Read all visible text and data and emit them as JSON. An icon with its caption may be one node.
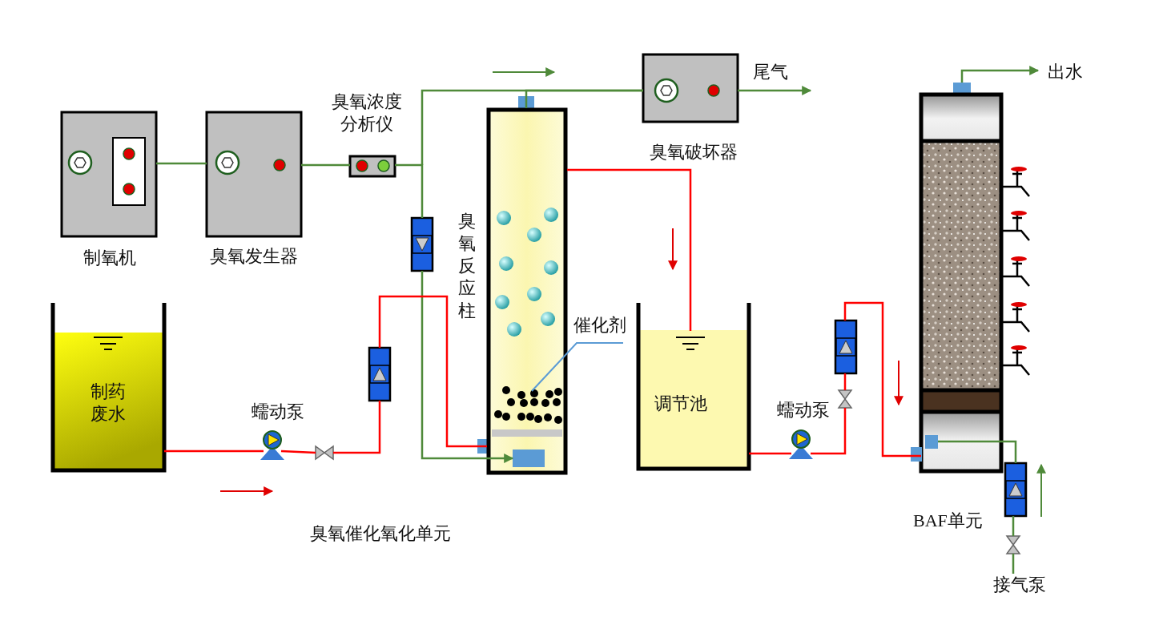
{
  "diagram": {
    "nodes": [
      {
        "text": [
          "制氧机"
        ]
      },
      {
        "text": [
          "臭氧发生器"
        ]
      },
      {
        "text": [
          "臭氧浓度分析仪"
        ]
      },
      {
        "text": [
          "臭氧反应柱"
        ]
      },
      {
        "text": [
          "臭氧破坏器"
        ]
      },
      {
        "text": [
          "制药废水"
        ]
      },
      {
        "text": [
          "蠕动泵"
        ]
      },
      {
        "text": [],
        "shape": "valve"
      },
      {
        "text": [],
        "shape": "flowmeter"
      },
      {
        "text": [],
        "shape": "flowmeter"
      },
      {
        "text": [
          "调节池"
        ]
      },
      {
        "text": [
          "蠕动泵"
        ]
      },
      {
        "text": [],
        "shape": "flowmeter"
      },
      {
        "text": [],
        "shape": "valve"
      },
      {
        "text": [
          "BAF单元"
        ]
      },
      {
        "text": [],
        "shape": "flowmeter"
      },
      {
        "text": [],
        "shape": "valve"
      },
      {
        "text": [
          "接气泵"
        ]
      },
      {
        "text": [
          "尾气"
        ]
      },
      {
        "text": [
          "出水"
        ]
      },
      {
        "text": [
          "催化剂"
        ]
      },
      {
        "text": [],
        "shape": "circle",
        "in": 3
      }
    ],
    "edges": [
      {
        "from": 0,
        "to": 1,
        "arrow": "none"
      },
      {
        "from": 1,
        "to": 2,
        "arrow": "none"
      },
      {
        "from": 2,
        "to": 9,
        "arrow": "none"
      },
      {
        "from": 9,
        "to": 3,
        "arrow": "to"
      },
      {
        "from": 2,
        "to": 4,
        "arrow": "none"
      },
      {
        "from": 3,
        "to": 4,
        "arrow": "none"
      },
      {
        "from": 4,
        "to": 18,
        "arrow": "to"
      },
      {
        "from": 5,
        "to": 6,
        "arrow": "none",
        "color": "#ff0000"
      },
      {
        "from": 6,
        "to": 7,
        "arrow": "none",
        "color": "#ff0000"
      },
      {
        "from": 7,
        "to": 8,
        "arrow": "none",
        "color": "#ff0000"
      },
      {
        "from": 8,
        "to": 3,
        "arrow": "none",
        "color": "#ff0000"
      },
      {
        "from": 3,
        "to": 10,
        "arrow": "none",
        "color": "#ff0000"
      },
      {
        "from": 10,
        "to": 11,
        "arrow": "none",
        "color": "#ff0000"
      },
      {
        "from": 11,
        "to": 13,
        "arrow": "none",
        "color": "#ff0000"
      },
      {
        "from": 13,
        "to": 12,
        "arrow": "none",
        "color": "#ff0000"
      },
      {
        "from": 12,
        "to": 14,
        "arrow": "none",
        "color": "#ff0000"
      },
      {
        "from": 14,
        "to": 19,
        "arrow": "to"
      },
      {
        "from": 17,
        "to": 16,
        "arrow": "none"
      },
      {
        "from": 16,
        "to": 15,
        "arrow": "none"
      },
      {
        "from": 15,
        "to": 14,
        "arrow": "none"
      },
      {
        "from": 20,
        "to": 21,
        "arrow": "none",
        "color": "#5b9bd5"
      }
    ],
    "labels": [
      "臭氧催化氧化单元"
    ]
  }
}
